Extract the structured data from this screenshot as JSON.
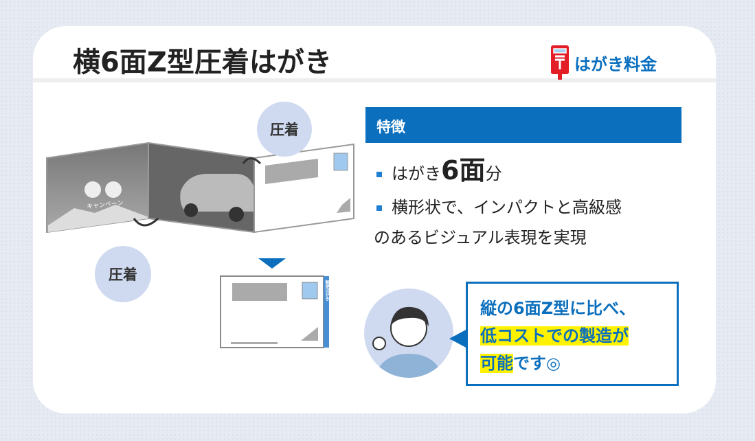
{
  "header": {
    "title": "横6面Z型圧着はがき",
    "fee_link": "はがき料金",
    "fee_icon": "postbox-icon"
  },
  "illustration": {
    "bubble_top": "圧着",
    "bubble_bottom": "圧着",
    "campaign_text": "キャンペーン",
    "side_label": "郵便はがき"
  },
  "features": {
    "heading": "特徴",
    "bullet1_prefix": "はがき",
    "bullet1_big": "6面",
    "bullet1_suffix": "分",
    "bullet2_line1": "横形状で、インパクトと高級感",
    "bullet2_line2": "のあるビジュアル表現を実現"
  },
  "speech": {
    "line1": "縦の6面Z型に比べ、",
    "line2": "低コストでの製造が",
    "line3_hl": "可能",
    "line3_rest": "です◎"
  },
  "colors": {
    "accent": "#0b6fbd",
    "highlight": "#fff200",
    "bubble": "#cfdaf0"
  }
}
